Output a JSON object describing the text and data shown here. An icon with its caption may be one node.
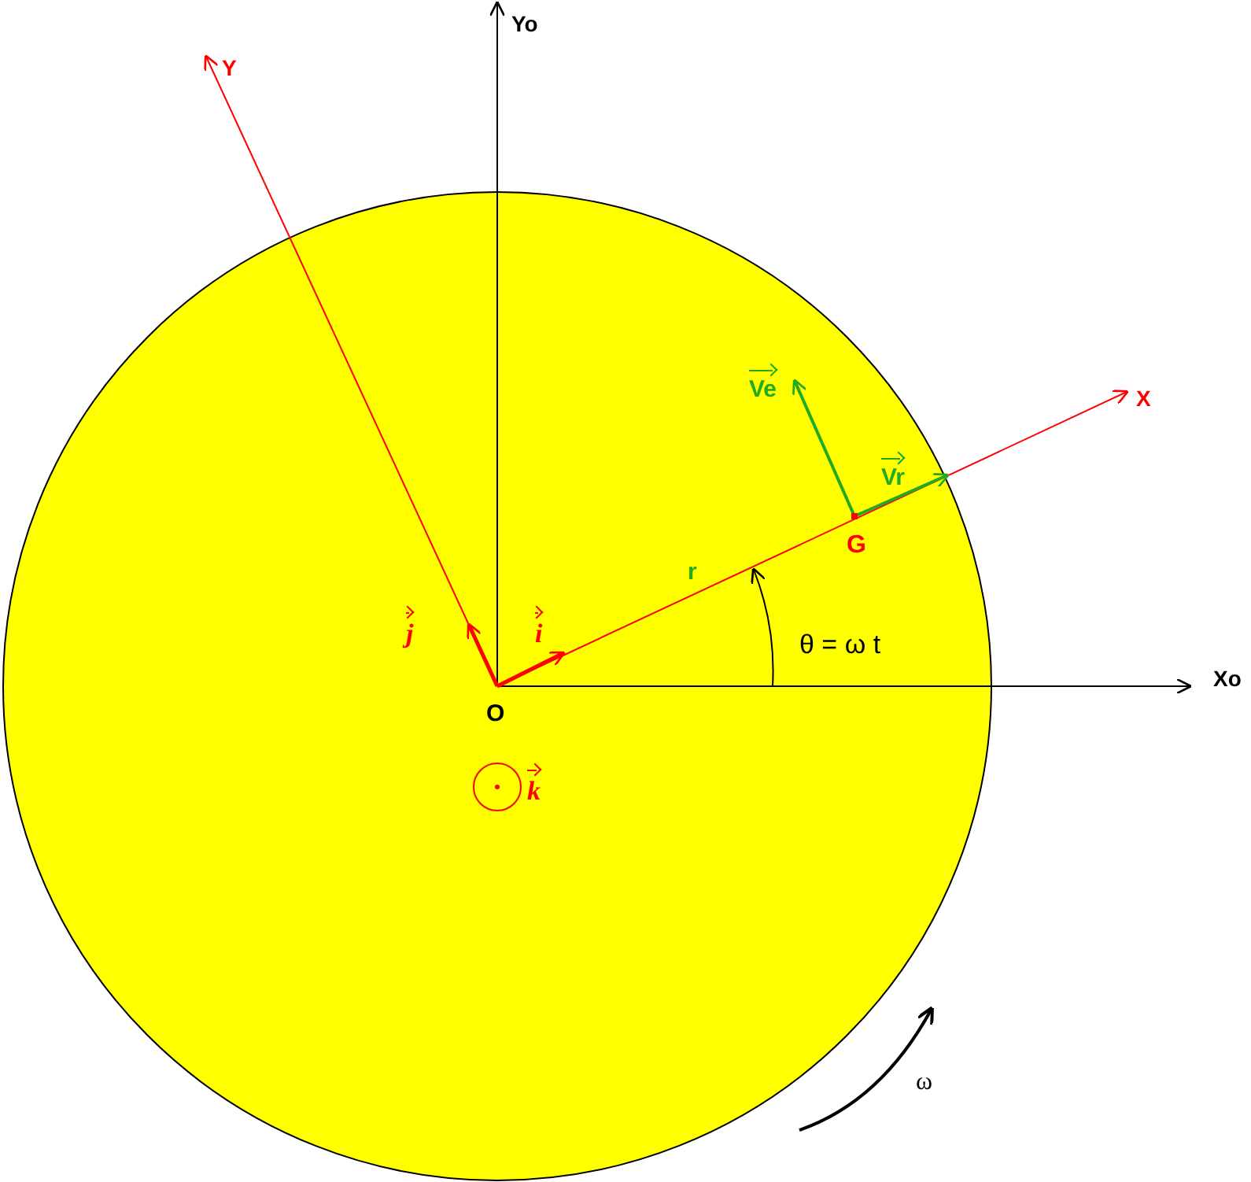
{
  "diagram": {
    "labels": [
      "Yo",
      "Y",
      "X",
      "Ve",
      "Vr",
      "G",
      "r",
      "j",
      "i",
      "θ = ω t",
      "Xo",
      "O",
      "k",
      "ω"
    ]
  }
}
